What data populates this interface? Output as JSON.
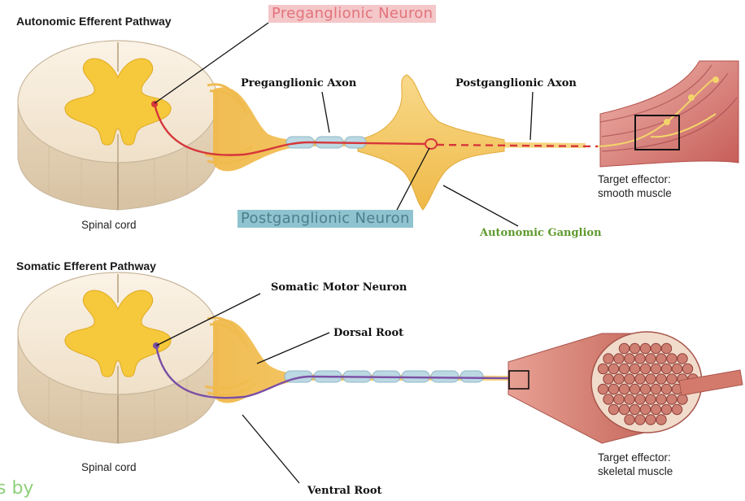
{
  "autonomic": {
    "title": "Autonomic Efferent Pathway",
    "preganglionic_neuron": "Preganglionic Neuron",
    "preganglionic_axon": "Preganglionic Axon",
    "postganglionic_axon": "Postganglionic Axon",
    "postganglionic_neuron": "Postganglionic Neuron",
    "autonomic_ganglion": "Autonomic Ganglion",
    "spinal_cord": "Spinal cord",
    "target_line1": "Target effector:",
    "target_line2": "smooth muscle"
  },
  "somatic": {
    "title": "Somatic Efferent Pathway",
    "motor_neuron": "Somatic Motor Neuron",
    "dorsal_root": "Dorsal Root",
    "ventral_root": "Ventral Root",
    "spinal_cord": "Spinal cord",
    "target_line1": "Target effector:",
    "target_line2": "skeletal muscle"
  },
  "credit": "s by",
  "colors": {
    "gray_matter": "#f5c93b",
    "white_matter": "#f6ead9",
    "cord_outline": "#c9b79c",
    "nerve": "#f2c460",
    "preganglionic_fiber": "#d6363a",
    "somatic_fiber": "#7b4fa6",
    "myelin": "#bcd8e3",
    "muscle": "#d98478",
    "pink_highlight": "#f4c7c9",
    "blue_highlight": "#8fc3cf",
    "ganglion_label": "#5f9a2e"
  }
}
